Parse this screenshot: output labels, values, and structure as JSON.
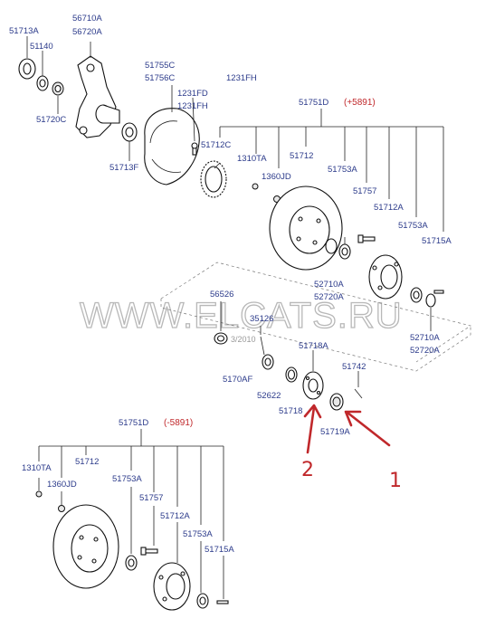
{
  "labels": {
    "p51713A": "51713A",
    "p51140": "51140",
    "p56710A": "56710A",
    "p56720A": "56720A",
    "p51720C": "51720C",
    "p51755C": "51755C",
    "p51756C": "51756C",
    "p1231FH_top": "1231FH",
    "p1231FD": "1231FD",
    "p1231FH": "1231FH",
    "p51713F": "51713F",
    "p51751D_top": "51751D",
    "p51712C": "51712C",
    "p1310TA_top": "1310TA",
    "p51712_top": "51712",
    "p1360JD_top": "1360JD",
    "p51753A_top": "51753A",
    "p51757_top": "51757",
    "p51712A_top": "51712A",
    "p51753A_top2": "51753A",
    "p51715A_top": "51715A",
    "p52710A_top": "52710A",
    "p52720A_top": "52720A",
    "p52710A_r": "52710A",
    "p52720A_r": "52720A",
    "p56526": "56526",
    "p35126": "35126",
    "p5170AF": "5170AF",
    "p51718A": "51718A",
    "p51742": "51742",
    "p52622": "52622",
    "p51718": "51718",
    "p51719A": "51719A",
    "p51751D_bot": "51751D",
    "p1310TA_bot": "1310TA",
    "p51712_bot": "51712",
    "p1360JD_bot": "1360JD",
    "p51753A_bot": "51753A",
    "p51757_bot": "51757",
    "p51712A_bot": "51712A",
    "p51753A_bot2": "51753A",
    "p51715A_bot": "51715A"
  },
  "variants": {
    "top": "(+5891)",
    "bottom": "(-5891)"
  },
  "watermark": {
    "main": "WWW.ELCATS.RU",
    "small": "3/2010"
  },
  "annotations": {
    "one": "1",
    "two": "2"
  }
}
